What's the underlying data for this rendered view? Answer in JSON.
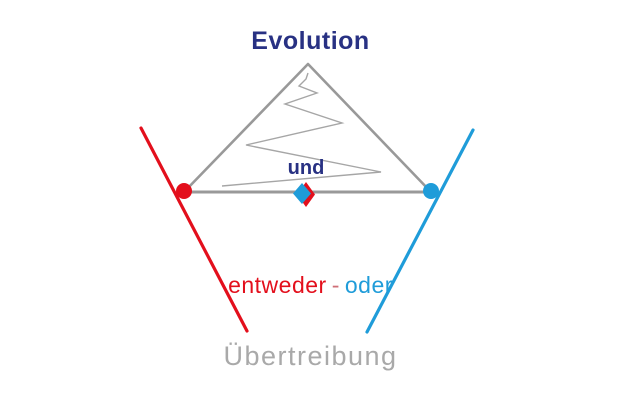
{
  "title": "Evolution",
  "labels": {
    "und": "und",
    "entweder": "entweder",
    "hyphen": "-",
    "oder": "oder",
    "uebertreibung": "Übertreibung"
  },
  "icons": {
    "marker": "red-blue-diamond-marker",
    "left_endpoint": "red-dot",
    "right_endpoint": "blue-dot"
  },
  "colors": {
    "navy": "#283183",
    "red": "#e30f1c",
    "blue": "#1f9cd9",
    "hyphen_red": "#cf6f77",
    "gray_line": "#999999",
    "gray_zigzag": "#a6a6a6",
    "gray_text": "#a9a9a9"
  }
}
